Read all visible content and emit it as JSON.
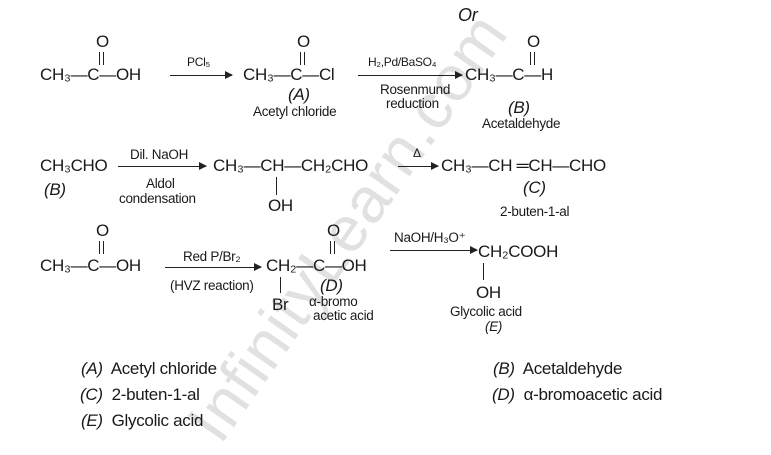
{
  "or_label": "Or",
  "row1": {
    "reactant": "CH₃—C—OH",
    "reactant_o": "O",
    "arrow1_reagent": "PCl₅",
    "product_a": "CH₃—C—Cl",
    "product_a_o": "O",
    "product_a_tag": "(A)",
    "product_a_name": "Acetyl chloride",
    "arrow2_reagent": "H₂,Pd/BaSO₄",
    "arrow2_name_line1": "Rosenmund",
    "arrow2_name_line2": "reduction",
    "product_b": "CH₃—C—H",
    "product_b_o": "O",
    "product_b_tag": "(B)",
    "product_b_name": "Acetaldehyde"
  },
  "row2": {
    "reactant": "CH₃CHO",
    "reactant_tag": "(B)",
    "arrow1_reagent": "Dil. NaOH",
    "arrow1_name_line1": "Aldol",
    "arrow1_name_line2": "condensation",
    "intermediate": "CH₃—CH—CH₂CHO",
    "intermediate_oh": "OH",
    "arrow2_reagent": "Δ",
    "product_c": "CH₃—CH ═CH—CHO",
    "product_c_tag": "(C)",
    "product_c_name": "2-buten-1-al"
  },
  "row3": {
    "reactant": "CH₃—C—OH",
    "reactant_o": "O",
    "arrow1_reagent": "Red P/Br₂",
    "arrow1_name": "(HVZ reaction)",
    "product_d": "CH₂—C—OH",
    "product_d_o": "O",
    "product_d_br": "Br",
    "product_d_tag": "(D)",
    "product_d_name_line1": "α-bromo",
    "product_d_name_line2": "acetic acid",
    "arrow2_reagent": "NaOH/H₃O⁺",
    "product_e": "CH₂COOH",
    "product_e_oh": "OH",
    "product_e_name": "Glycolic acid",
    "product_e_tag": "(E)"
  },
  "answers": [
    {
      "tag": "(A)",
      "name": "Acetyl chloride"
    },
    {
      "tag": "(B)",
      "name": "Acetaldehyde"
    },
    {
      "tag": "(C)",
      "name": "2-buten-1-al"
    },
    {
      "tag": "(D)",
      "name": "α-bromoacetic acid"
    },
    {
      "tag": "(E)",
      "name": "Glycolic acid"
    }
  ],
  "watermark": "InfinityLearn.com"
}
